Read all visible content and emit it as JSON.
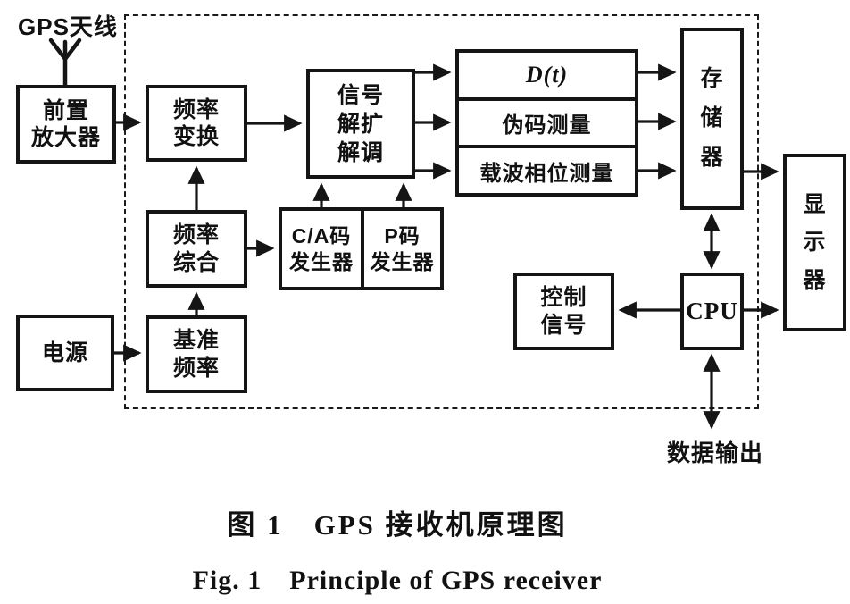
{
  "diagram": {
    "antenna_label": "GPS天线",
    "data_output_label": "数据输出",
    "blocks": {
      "preamp": {
        "lines": [
          "前置",
          "放大器"
        ]
      },
      "freq_conv": {
        "lines": [
          "频率",
          "变换"
        ]
      },
      "freq_synth": {
        "lines": [
          "频率",
          "综合"
        ]
      },
      "ref_freq": {
        "lines": [
          "基准",
          "频率"
        ]
      },
      "power": {
        "lines": [
          "电源"
        ]
      },
      "despread": {
        "lines": [
          "信号",
          "解扩",
          "解调"
        ]
      },
      "ca_code_gen": {
        "lines": [
          "C/A码",
          "发生器"
        ]
      },
      "p_code_gen": {
        "lines": [
          "P码",
          "发生器"
        ]
      },
      "data_message": {
        "label": "D(t)"
      },
      "pseudo_code_measure": {
        "label": "伪码测量"
      },
      "carrier_phase_measure": {
        "label": "载波相位测量"
      },
      "memory": {
        "lines": [
          "存",
          "储",
          "器"
        ]
      },
      "cpu": {
        "label": "CPU"
      },
      "control_signal": {
        "lines": [
          "控制",
          "信号"
        ]
      },
      "display": {
        "lines": [
          "显",
          "示",
          "器"
        ]
      }
    }
  },
  "caption": {
    "zh": "图 1　GPS 接收机原理图",
    "en": "Fig. 1　Principle of GPS receiver"
  },
  "colors": {
    "line": "#151515",
    "background": "#ffffff"
  }
}
